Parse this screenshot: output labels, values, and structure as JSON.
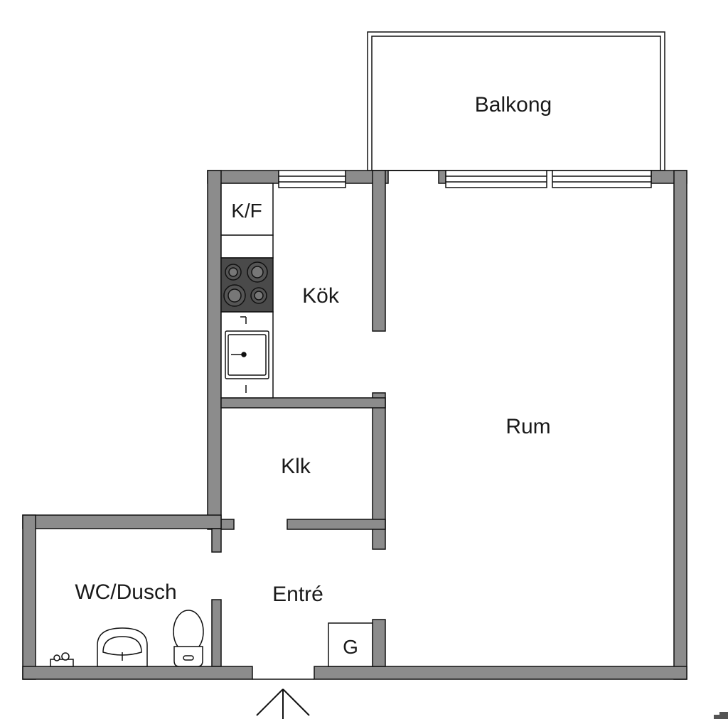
{
  "rooms": {
    "balkong": "Balkong",
    "kf": "K/F",
    "kok": "Kök",
    "rum": "Rum",
    "klk": "Klk",
    "wc": "WC/Dusch",
    "entre": "Entré",
    "g": "G"
  },
  "colors": {
    "wall": "#8c8c8c",
    "stroke": "#111111",
    "stove": "#4a4a4a"
  }
}
